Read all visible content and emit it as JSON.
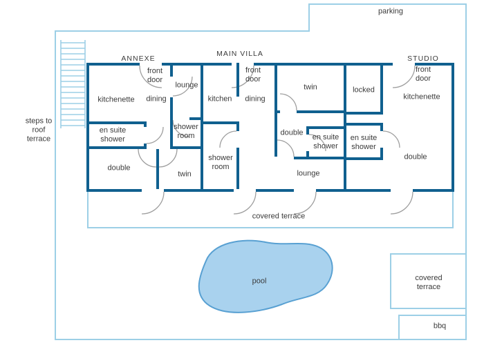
{
  "colors": {
    "wall": "#10608f",
    "line": "#9ccfe6",
    "pool_fill": "#a9d2ee",
    "pool_stroke": "#58a0d2",
    "door": "#9e9e9e",
    "text": "#3a3a3a"
  },
  "plan": {
    "sections": {
      "annexe": {
        "title": "ANNEXE",
        "front_door": "front\ndoor",
        "lounge": "lounge",
        "kitchenette": "kitchenette",
        "dining": "dining",
        "shower_room": "shower\nroom",
        "en_suite_shower": "en suite\nshower",
        "double": "double",
        "twin": "twin"
      },
      "main_villa": {
        "title": "MAIN VILLA",
        "front_door": "front\ndoor",
        "kitchen": "kitchen",
        "dining": "dining",
        "twin": "twin",
        "double": "double",
        "en_suite_shower": "en suite\nshower",
        "shower_room": "shower\nroom",
        "lounge": "lounge"
      },
      "studio": {
        "title": "STUDIO",
        "front_door": "front\ndoor",
        "locked": "locked",
        "kitchenette": "kitchenette",
        "en_suite_shower": "en suite\nshower",
        "double": "double"
      }
    },
    "outside": {
      "parking": "parking",
      "steps_to_roof_terrace": "steps to\nroof\nterrace",
      "covered_terrace": "covered terrace",
      "covered_terrace_small": "covered\nterrace",
      "bbq": "bbq",
      "pool": "pool"
    }
  }
}
